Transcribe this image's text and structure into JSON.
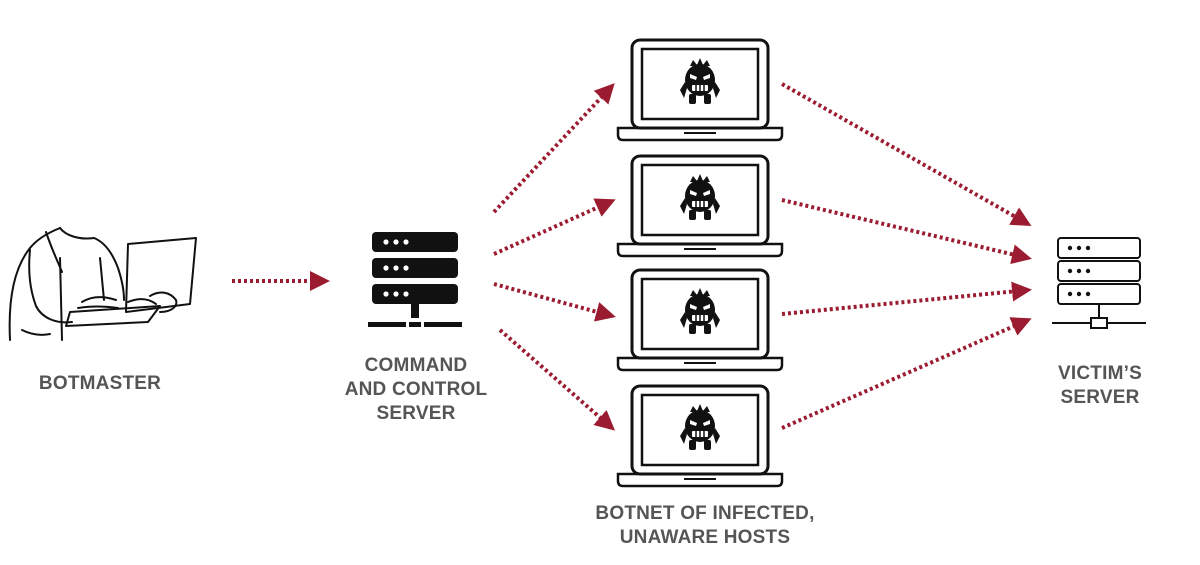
{
  "labels": {
    "botmaster": "BOTMASTER",
    "c2": [
      "COMMAND",
      "AND CONTROL",
      "SERVER"
    ],
    "botnet": [
      "BOTNET OF INFECTED,",
      "UNAWARE HOSTS"
    ],
    "victim": [
      "VICTIM’S",
      "SERVER"
    ]
  },
  "icons": {
    "botmaster": "person-with-laptop-icon",
    "c2": "server-rack-icon",
    "bot": "infected-laptop-icon",
    "victim": "network-server-icon"
  },
  "colors": {
    "arrow": "#9b1b30",
    "icon": "#111111",
    "label": "#555555"
  }
}
